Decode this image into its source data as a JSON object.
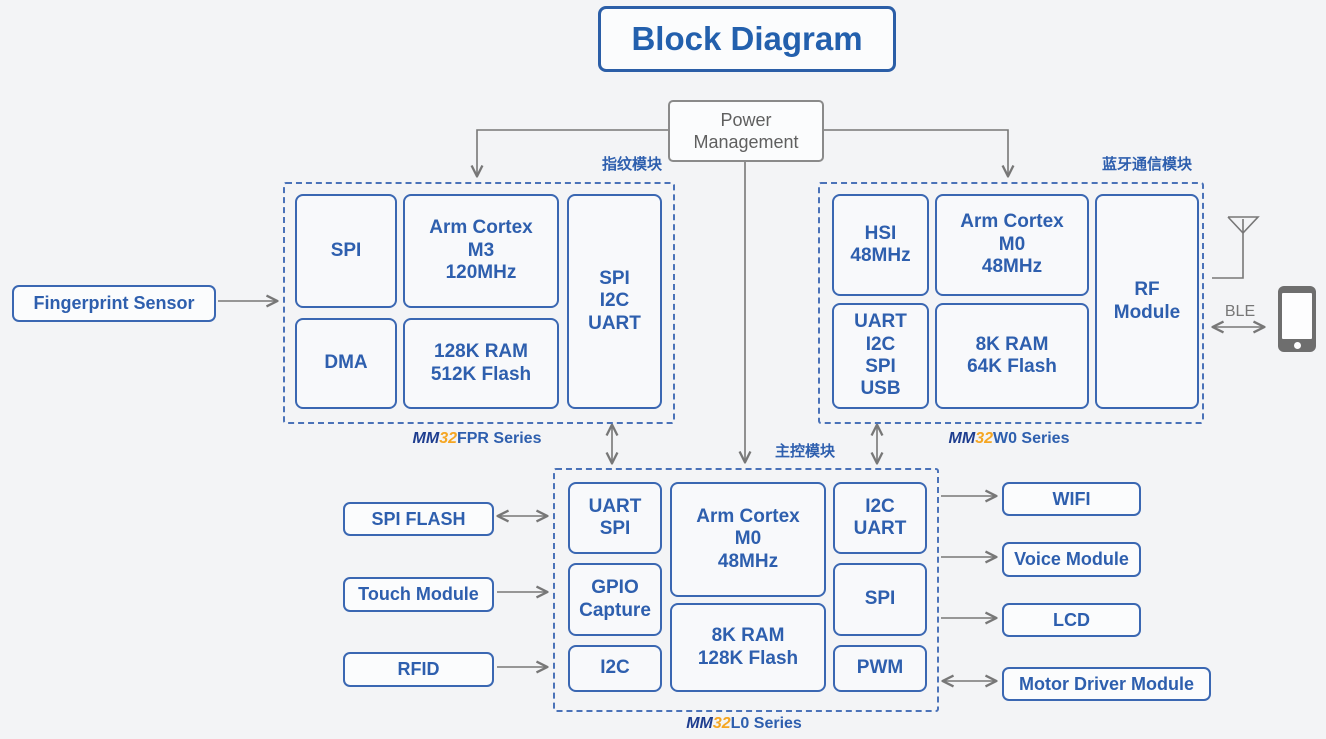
{
  "title": "Block Diagram",
  "power": {
    "label": "Power\nManagement"
  },
  "modules": {
    "fingerprint": {
      "tag": "指纹模块",
      "series": {
        "mm": "MM",
        "num": "32",
        "rest": "FPR Series"
      },
      "chips": {
        "spi": "SPI",
        "cpu": "Arm Cortex\nM3\n120MHz",
        "dma": "DMA",
        "mem": "128K RAM\n512K Flash",
        "periph": "SPI\nI2C\nUART"
      }
    },
    "bluetooth": {
      "tag": "蓝牙通信模块",
      "series": {
        "mm": "MM",
        "num": "32",
        "rest": "W0 Series"
      },
      "chips": {
        "hsi": "HSI\n48MHz",
        "cpu": "Arm Cortex\nM0\n48MHz",
        "periph": "UART\nI2C\nSPI\nUSB",
        "mem": "8K RAM\n64K Flash",
        "rf": "RF\nModule"
      }
    },
    "main": {
      "tag": "主控模块",
      "series": {
        "mm": "MM",
        "num": "32",
        "rest": "L0 Series"
      },
      "chips": {
        "uart_spi": "UART\nSPI",
        "gpio": "GPIO\nCapture",
        "i2c": "I2C",
        "cpu": "Arm Cortex\nM0\n48MHz",
        "mem": "8K RAM\n128K Flash",
        "i2c_uart": "I2C\nUART",
        "spi": "SPI",
        "pwm": "PWM"
      }
    }
  },
  "peripherals": {
    "fingerprint_sensor": "Fingerprint Sensor",
    "spi_flash": "SPI FLASH",
    "touch": "Touch Module",
    "rfid": "RFID",
    "wifi": "WIFI",
    "voice": "Voice Module",
    "lcd": "LCD",
    "motor": "Motor Driver Module"
  },
  "wireless": {
    "ble": "BLE",
    "antenna_icon": "antenna-icon",
    "phone_icon": "smartphone-icon"
  },
  "colors": {
    "accent_blue": "#2e5fae",
    "dashed_blue": "#4a72b8",
    "navy_italic": "#1e3d8f",
    "orange": "#f5a623",
    "wire_gray": "#777777",
    "background": "#f3f4f6"
  }
}
